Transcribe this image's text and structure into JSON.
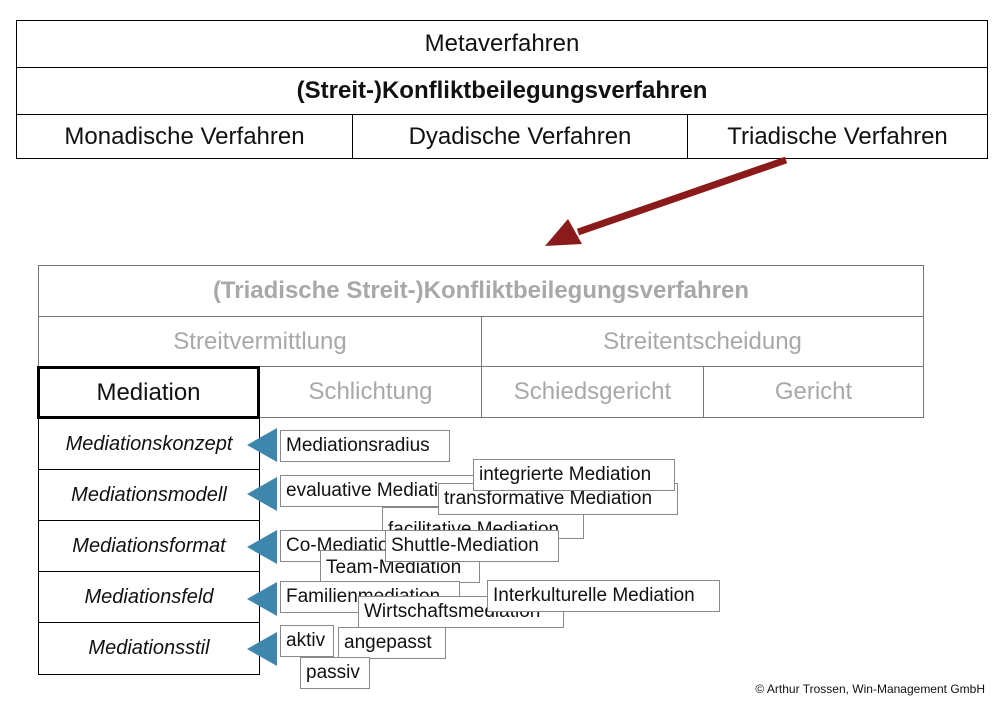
{
  "top_table": {
    "row1": "Metaverfahren",
    "row2": "(Streit-)Konfliktbeilegungsverfahren",
    "row3": [
      "Monadische Verfahren",
      "Dyadische Verfahren",
      "Triadische Verfahren"
    ]
  },
  "bottom_table": {
    "title": "(Triadische Streit-)Konfliktbeilegungsverfahren",
    "groups": [
      "Streitvermittlung",
      "Streitentscheidung"
    ],
    "methods": [
      "Mediation",
      "Schlichtung",
      "Schiedsgericht",
      "Gericht"
    ],
    "aspects": [
      "Mediationskonzept",
      "Mediationsmodell",
      "Mediationsformat",
      "Mediationsfeld",
      "Mediationsstil"
    ]
  },
  "tags": {
    "konzept": [
      "Mediationsradius"
    ],
    "modell": [
      "evaluative Mediation",
      "integrierte Mediation",
      "transformative Mediation",
      "facilitative Mediation"
    ],
    "format": [
      "Co-Mediation",
      "Shuttle-Mediation",
      "Team-Mediation"
    ],
    "feld": [
      "Familienmediation",
      "Interkulturelle Mediation",
      "Wirtschaftsmediation"
    ],
    "stil": [
      "aktiv",
      "angepasst",
      "passiv"
    ]
  },
  "colors": {
    "arrow": "#8b1a1a",
    "pointer": "#3f86ac",
    "inactive_text": "#a8a8a8",
    "border": "#000000"
  },
  "icons": {
    "connector": "arrow-icon",
    "pointer": "triangle-pointer-icon"
  },
  "copyright": "© Arthur Trossen, Win-Management GmbH"
}
